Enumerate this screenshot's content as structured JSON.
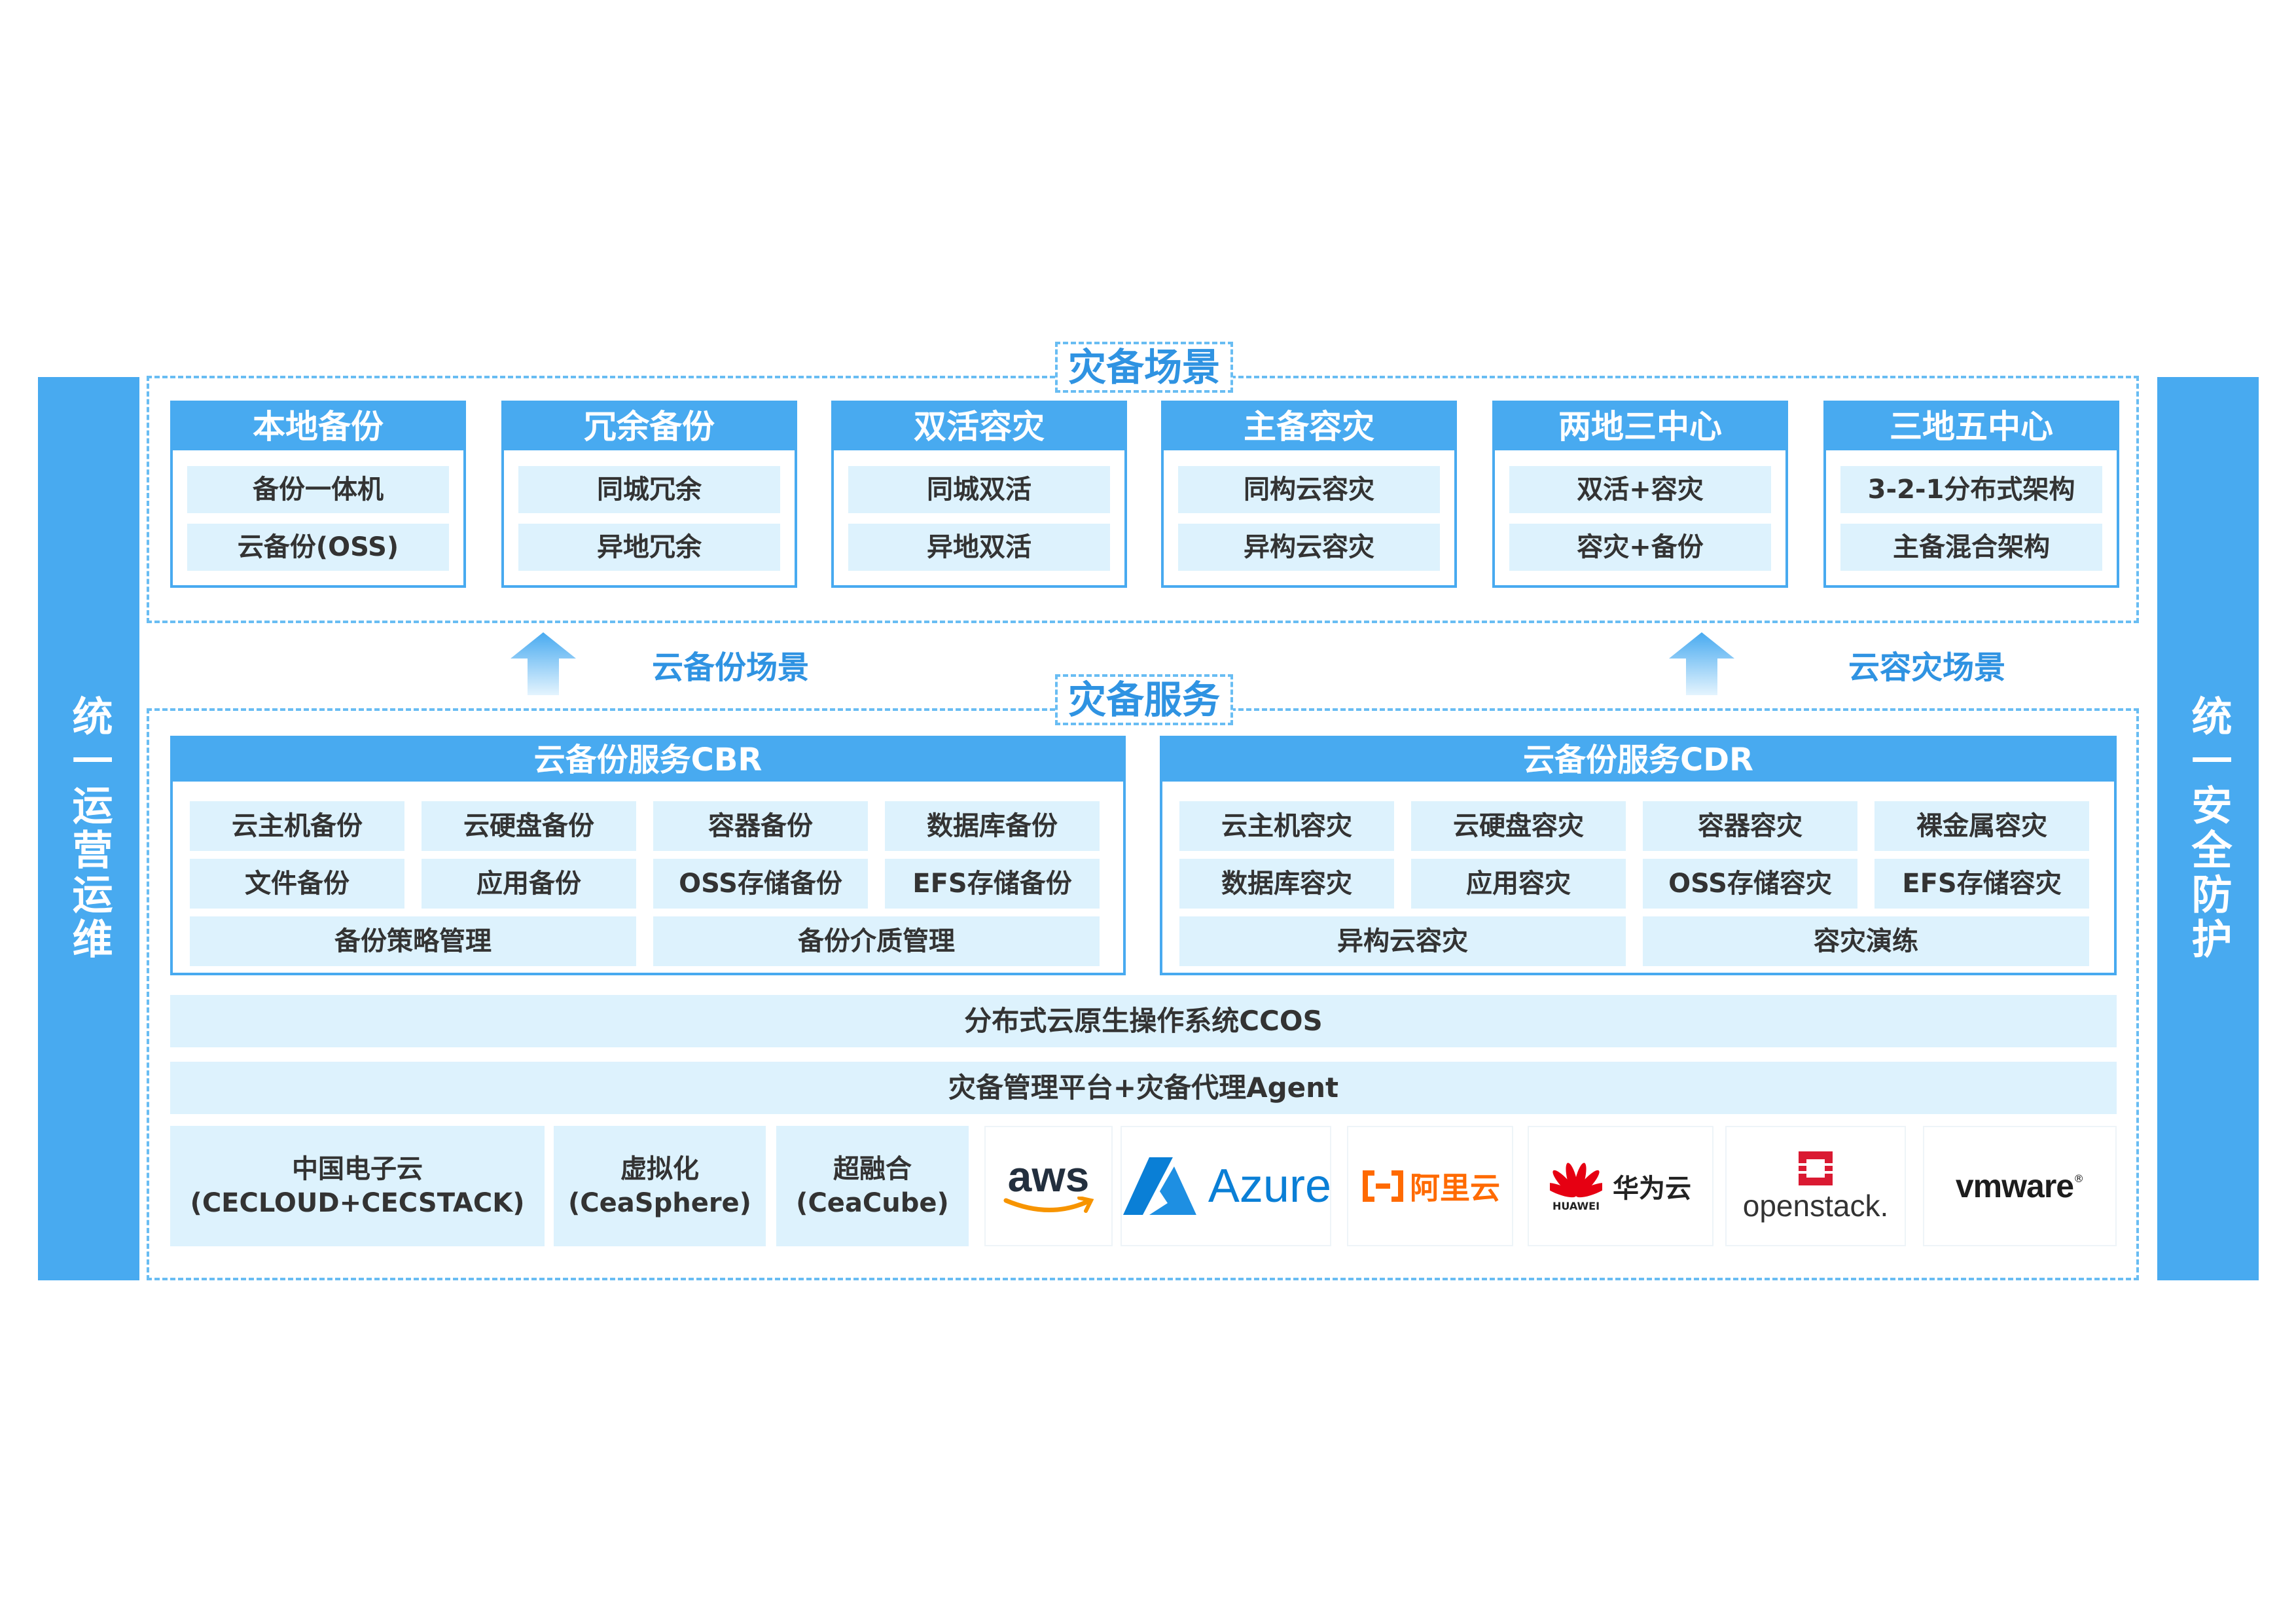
{
  "left_bar": {
    "label": "统一运营运维"
  },
  "right_bar": {
    "label": "统一安全防护"
  },
  "top_section": {
    "title": "灾备场景",
    "cards": [
      {
        "title": "本地备份",
        "items": [
          "备份一体机",
          "云备份(OSS)"
        ]
      },
      {
        "title": "冗余备份",
        "items": [
          "同城冗余",
          "异地冗余"
        ]
      },
      {
        "title": "双活容灾",
        "items": [
          "同城双活",
          "异地双活"
        ]
      },
      {
        "title": "主备容灾",
        "items": [
          "同构云容灾",
          "异构云容灾"
        ]
      },
      {
        "title": "两地三中心",
        "items": [
          "双活+容灾",
          "容灾+备份"
        ]
      },
      {
        "title": "三地五中心",
        "items": [
          "3-2-1分布式架构",
          "主备混合架构"
        ]
      }
    ]
  },
  "middle": {
    "left_label": "云备份场景",
    "right_label": "云容灾场景"
  },
  "bottom_section": {
    "title": "灾备服务",
    "cbr": {
      "title": "云备份服务CBR",
      "row1": [
        "云主机备份",
        "云硬盘备份",
        "容器备份",
        "数据库备份"
      ],
      "row2": [
        "文件备份",
        "应用备份",
        "OSS存储备份",
        "EFS存储备份"
      ],
      "row3": [
        "备份策略管理",
        "备份介质管理"
      ]
    },
    "cdr": {
      "title": "云备份服务CDR",
      "row1": [
        "云主机容灾",
        "云硬盘容灾",
        "容器容灾",
        "裸金属容灾"
      ],
      "row2": [
        "数据库容灾",
        "应用容灾",
        "OSS存储容灾",
        "EFS存储容灾"
      ],
      "row3": [
        "异构云容灾",
        "容灾演练"
      ]
    },
    "os_row": "分布式云原生操作系统CCOS",
    "mgmt_row": "灾备管理平台+灾备代理Agent",
    "platforms": [
      {
        "line1": "中国电子云",
        "line2": "(CECLOUD+CECSTACK)"
      },
      {
        "line1": "虚拟化",
        "line2": "(CeaSphere)"
      },
      {
        "line1": "超融合",
        "line2": "(CeaCube)"
      }
    ],
    "logos": {
      "aws": "aws",
      "azure": "Azure",
      "aliyun": "阿里云",
      "huawei_cn": "华为云",
      "huawei_en": "HUAWEI",
      "openstack": "openstack.",
      "vmware": "vmware"
    }
  },
  "colors": {
    "primary": "#48aaf0",
    "light": "#ddf2fd",
    "accent_text": "#2f93e2"
  }
}
